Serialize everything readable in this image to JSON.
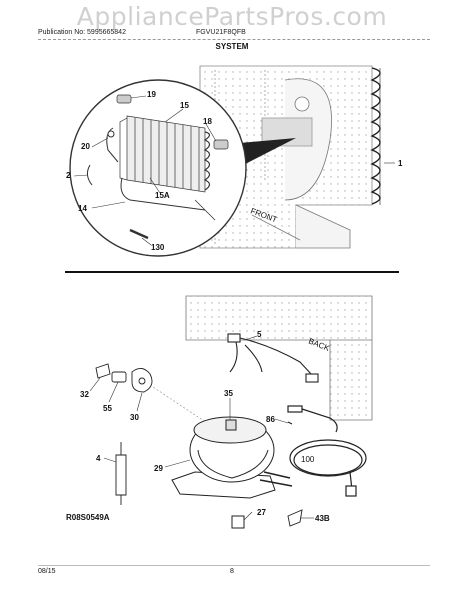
{
  "watermark": "AppliancePartsPros.com",
  "header": {
    "publication": "Publication No: 5995665842",
    "model": "FGVU21F8QFB",
    "section": "SYSTEM"
  },
  "callouts_top": [
    "19",
    "15",
    "18",
    "20",
    "2",
    "15A",
    "14",
    "130",
    "1",
    "FRONT"
  ],
  "callouts_bottom": [
    "5",
    "BACK",
    "32",
    "55",
    "30",
    "35",
    "86",
    "4",
    "29",
    "100",
    "27",
    "43B"
  ],
  "diagram_code": "R08S0549A",
  "footer": {
    "date": "08/15",
    "page": "8"
  }
}
